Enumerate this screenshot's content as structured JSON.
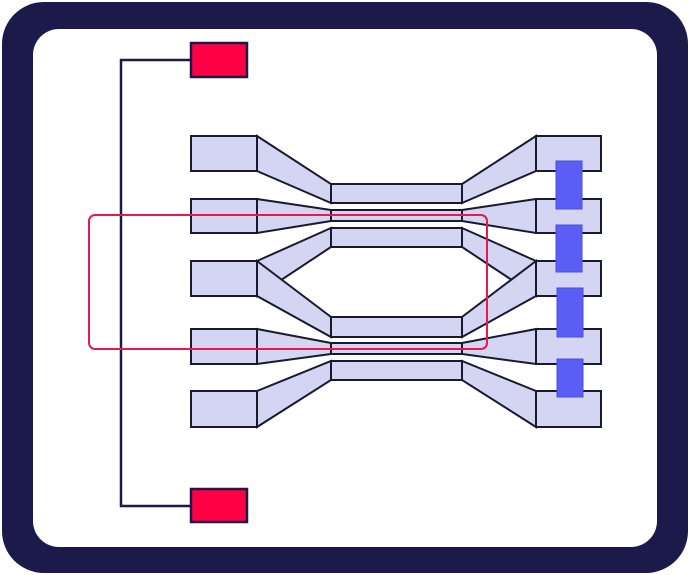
{
  "diagram": {
    "type": "waveguide-coupler-layout",
    "colors": {
      "frame": "#1b1a4a",
      "waveguide_fill": "#d3d5f3",
      "waveguide_stroke": "#1a1a2e",
      "electrode": "#5b5ef5",
      "contact_pad": "#ff0044",
      "loop": "#e8194b"
    },
    "input_ports": 5,
    "output_ports": 5,
    "electrodes": 4,
    "contact_pads": 2
  }
}
